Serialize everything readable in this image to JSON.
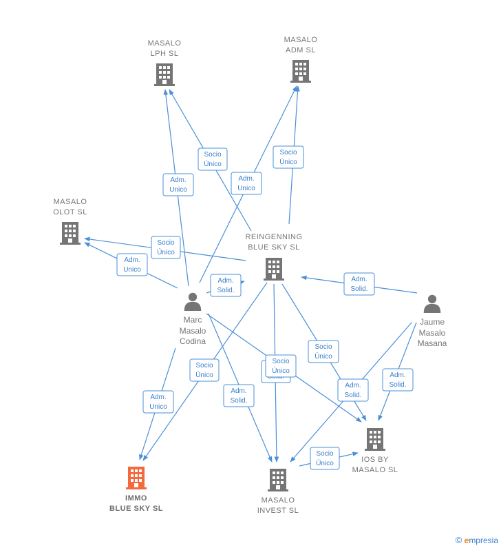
{
  "companies": [
    {
      "id": "lph",
      "lines": [
        "MASALO",
        "LPH  SL"
      ],
      "color": "#757575"
    },
    {
      "id": "adm",
      "lines": [
        "MASALO",
        "ADM  SL"
      ],
      "color": "#757575"
    },
    {
      "id": "olot",
      "lines": [
        "MASALO",
        "OLOT  SL"
      ],
      "color": "#757575"
    },
    {
      "id": "reing",
      "lines": [
        "REINGENNING",
        "BLUE SKY  SL"
      ],
      "color": "#757575"
    },
    {
      "id": "ios",
      "lines": [
        "IOS BY",
        "MASALO  SL"
      ],
      "color": "#757575"
    },
    {
      "id": "invest",
      "lines": [
        "MASALO",
        "INVEST  SL"
      ],
      "color": "#757575"
    },
    {
      "id": "immo",
      "lines": [
        "IMMO",
        "BLUE SKY  SL"
      ],
      "color": "#f26a3d",
      "focus": true
    }
  ],
  "persons": [
    {
      "id": "marc",
      "lines": [
        "Marc",
        "Masalo",
        "Codina"
      ]
    },
    {
      "id": "jaume",
      "lines": [
        "Jaume",
        "Masalo",
        "Masana"
      ]
    }
  ],
  "edge_labels": [
    {
      "id": "e1",
      "lines": [
        "Socio",
        "Único"
      ]
    },
    {
      "id": "e2",
      "lines": [
        "Adm.",
        "Unico"
      ]
    },
    {
      "id": "e3",
      "lines": [
        "Socio",
        "Único"
      ]
    },
    {
      "id": "e4",
      "lines": [
        "Adm.",
        "Unico"
      ]
    },
    {
      "id": "e5",
      "lines": [
        "Socio",
        "Único"
      ]
    },
    {
      "id": "e6",
      "lines": [
        "Adm.",
        "Unico"
      ]
    },
    {
      "id": "e7",
      "lines": [
        "Adm.",
        "Solid."
      ]
    },
    {
      "id": "e8",
      "lines": [
        "Adm.",
        "Solid."
      ]
    },
    {
      "id": "e9",
      "lines": [
        "Socio",
        "Único"
      ]
    },
    {
      "id": "e10",
      "lines": [
        "Socio",
        "Único"
      ]
    },
    {
      "id": "e11",
      "lines": [
        "Adm.",
        "Solid."
      ]
    },
    {
      "id": "e11b",
      "lines": [
        "Socio",
        "Único"
      ]
    },
    {
      "id": "e12",
      "lines": [
        "Adm.",
        "Unico"
      ]
    },
    {
      "id": "e13",
      "lines": [
        "Adm.",
        "Solid."
      ]
    },
    {
      "id": "e14",
      "lines": [
        "Adm.",
        "Solid."
      ]
    },
    {
      "id": "e15",
      "lines": [
        "Adm.",
        "Solid."
      ]
    },
    {
      "id": "e16",
      "lines": [
        "Socio",
        "Único"
      ]
    }
  ],
  "colors": {
    "edge": "#4a8fd8",
    "node": "#757575",
    "focus": "#f26a3d"
  },
  "footer": {
    "copyright": "©",
    "brand_initial": "e",
    "brand_rest": "mpresia"
  }
}
